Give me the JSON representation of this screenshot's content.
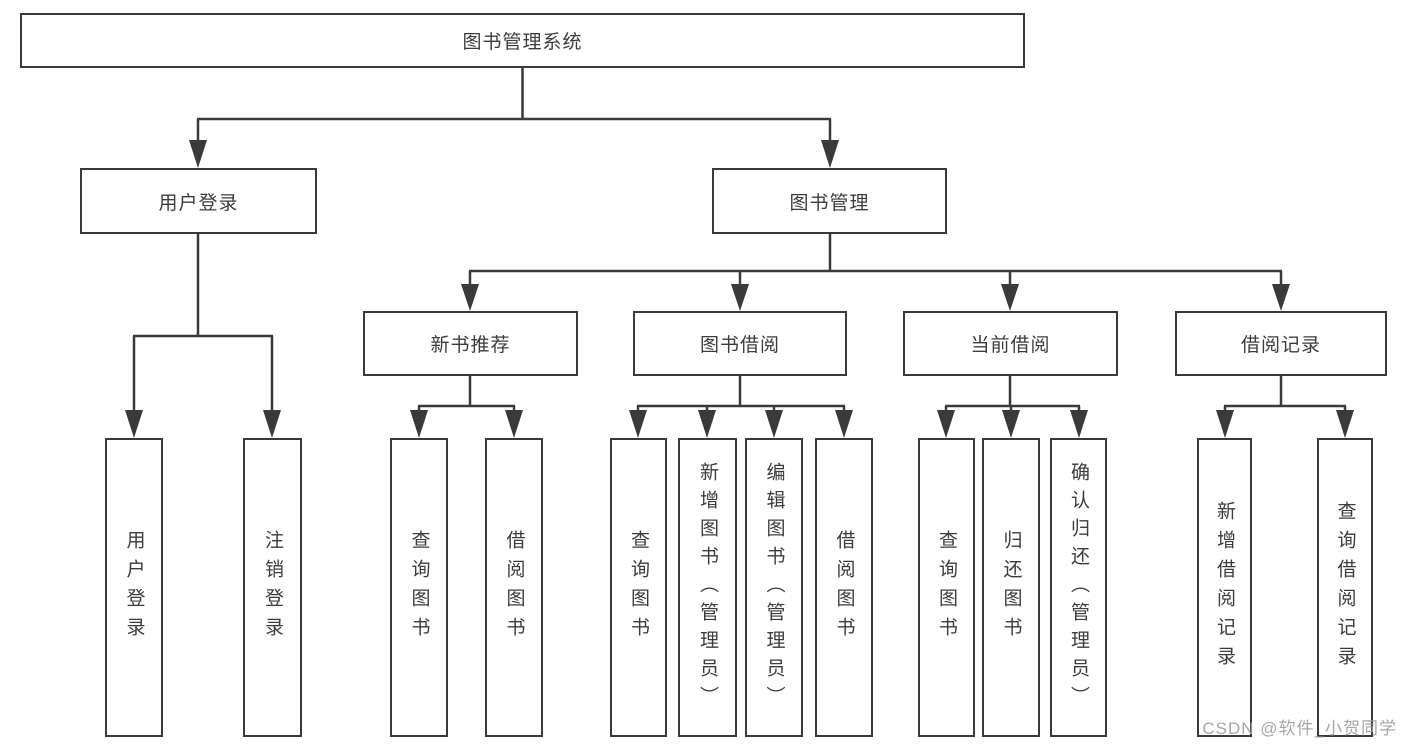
{
  "colors": {
    "line": "#3a3a3a",
    "box_border": "#3a3a3a",
    "text": "#3c3c3c",
    "watermark": "#9d9d9d",
    "background": "#ffffff"
  },
  "nodes": {
    "root": {
      "label": "图书管理系统"
    },
    "user_login": {
      "label": "用户登录"
    },
    "book_mgmt": {
      "label": "图书管理"
    },
    "new_book_rec": {
      "label": "新书推荐"
    },
    "book_borrow": {
      "label": "图书借阅"
    },
    "current_borrow": {
      "label": "当前借阅"
    },
    "borrow_records": {
      "label": "借阅记录"
    },
    "leaf_user_login": {
      "label": "用户登录"
    },
    "leaf_logout": {
      "label": "注销登录"
    },
    "leaf_query_books_rec": {
      "label": "查询图书"
    },
    "leaf_borrow_books_rec": {
      "label": "借阅图书"
    },
    "leaf_query_books_borrow": {
      "label": "查询图书"
    },
    "leaf_add_book": {
      "label": "新增图书（管理员）"
    },
    "leaf_edit_book": {
      "label": "编辑图书（管理员）"
    },
    "leaf_borrow_books_borrow": {
      "label": "借阅图书"
    },
    "leaf_query_books_current": {
      "label": "查询图书"
    },
    "leaf_return_book": {
      "label": "归还图书"
    },
    "leaf_confirm_return": {
      "label": "确认归还（管理员）"
    },
    "leaf_add_borrow_record": {
      "label": "新增借阅记录"
    },
    "leaf_query_borrow_record": {
      "label": "查询借阅记录"
    }
  },
  "watermark": {
    "text": "CSDN @软件_小贺同学"
  }
}
